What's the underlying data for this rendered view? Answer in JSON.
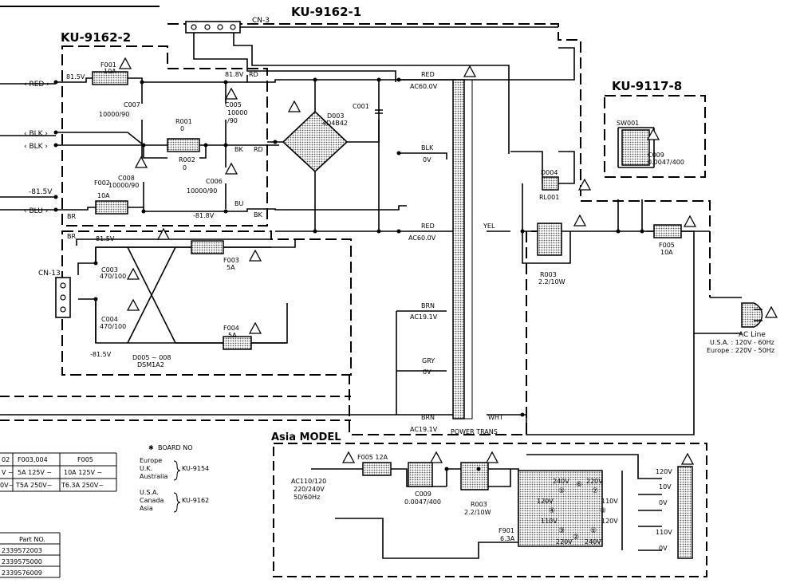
{
  "boards": {
    "ku9162_1": "KU-9162-1",
    "ku9162_2": "KU-9162-2",
    "ku9117_8": "KU-9117-8",
    "asia_model": "Asia MODEL"
  },
  "connectors": {
    "cn3": "CN-3",
    "cn13": "CN-13"
  },
  "wires": {
    "red": "RED",
    "blk": "BLK",
    "blu": "BLU",
    "yel": "YEL",
    "brn": "BRN",
    "gry": "GRY",
    "wht": "WHT"
  },
  "left_terminals": {
    "red": "‹ RED ›",
    "blk1": "‹ BLK ›",
    "blk2": "‹ BLK ›",
    "blu": "‹ BLU ›",
    "v815": "-81.5V"
  },
  "nodes": {
    "v815_top": "81.5V",
    "v818": "81.8V",
    "rd1": "RD",
    "rd2": "RD",
    "bk1": "BK",
    "bk2": "BK",
    "bu1": "BU",
    "br1": "BR",
    "br2": "BR",
    "m818": "-81.8V",
    "p815": "81.5V",
    "m815": "-81.5V"
  },
  "components": {
    "f001": "F001",
    "f001v": "10A",
    "f002": "F002",
    "f002v": "10A",
    "c007": "C007",
    "c007v": "10000/90",
    "c005": "C005",
    "c005v1": "10000",
    "c005v2": "/90",
    "c008": "C008",
    "c008v": "10000/90",
    "c006": "C006",
    "c006v": "10000/90",
    "r001": "R001",
    "r001v": "0",
    "r002": "R002",
    "r002v": "0",
    "d003": "D003",
    "d003v": "4D4B42",
    "c001": "C001",
    "c003": "C003",
    "c003v": "470/100",
    "c004": "C004",
    "c004v": "470/100",
    "f003": "F003",
    "f003v": "5A",
    "f004": "F004",
    "f004v": "5A",
    "d005": "D005 ~ 008",
    "d005v": "DSM1A2",
    "d004": "D004",
    "rl001": "RL001",
    "r003": "R003",
    "r003v": "2.2/10W",
    "sw001": "SW001",
    "c009": "C009",
    "c009v": "0.0047/400",
    "f005": "F005",
    "f005v": "10A"
  },
  "transformer": {
    "red1": "RED",
    "ac600": "AC60.0V",
    "blk": "BLK",
    "ov1": "0V",
    "red2": "RED",
    "ac600b": "AC60.0V",
    "brn1": "BRN",
    "ac191": "AC19.1V",
    "gry": "GRY",
    "ov2": "0V",
    "brn2": "BRN",
    "ac191b": "AC19.1V",
    "yel": "YEL",
    "wht": "WHT",
    "name": "POWER TRANS"
  },
  "ac_line": {
    "label": "AC Line",
    "usa": "U.S.A. : 120V - 60Hz",
    "europe": "Europe : 220V - 50Hz"
  },
  "asia": {
    "f005": "F005  12A",
    "input1": "AC110/120",
    "input2": "220/240V",
    "input3": "50/60Hz",
    "c009": "C009",
    "c009v": "0.0047/400",
    "r003": "R003",
    "r003v": "2.2/10W",
    "f901": "F901",
    "f901v": "6.3A",
    "sel240": "240V",
    "sel220": "220V",
    "sel120a": "120V",
    "sel110a": "110V",
    "sel110b": "110V",
    "sel120b": "120V",
    "sel220b": "220V",
    "sel240b": "240V",
    "n1": "①",
    "n2": "②",
    "n3": "③",
    "n4": "④",
    "n5": "⑤",
    "n6": "⑥",
    "n7": "⑦",
    "n8": "⑧",
    "t120": "120V",
    "t10": "10V",
    "t0a": "0V",
    "t110": "110V",
    "t0b": "0V"
  },
  "board_table": {
    "star": "✱",
    "header": "BOARD NO",
    "g1": [
      "Europe",
      "U.K.",
      "Australia"
    ],
    "g1v": "KU-9154",
    "g2": [
      "U.S.A.",
      "Canada",
      "Asia"
    ],
    "g2v": "KU-9162"
  },
  "fuse_table": {
    "headers": [
      "02",
      "F003,004",
      "F005"
    ],
    "row1": [
      "V ~",
      "5A 125V ~",
      "10A 125V ~"
    ],
    "row2": [
      "0V~",
      "T5A 250V~",
      "T6.3A 250V~"
    ]
  },
  "part_table": {
    "header": "Part NO.",
    "rows": [
      "2339572003",
      "2339575000",
      "2339576009"
    ]
  },
  "misc": {
    "star": "✱",
    "warn": "!"
  }
}
